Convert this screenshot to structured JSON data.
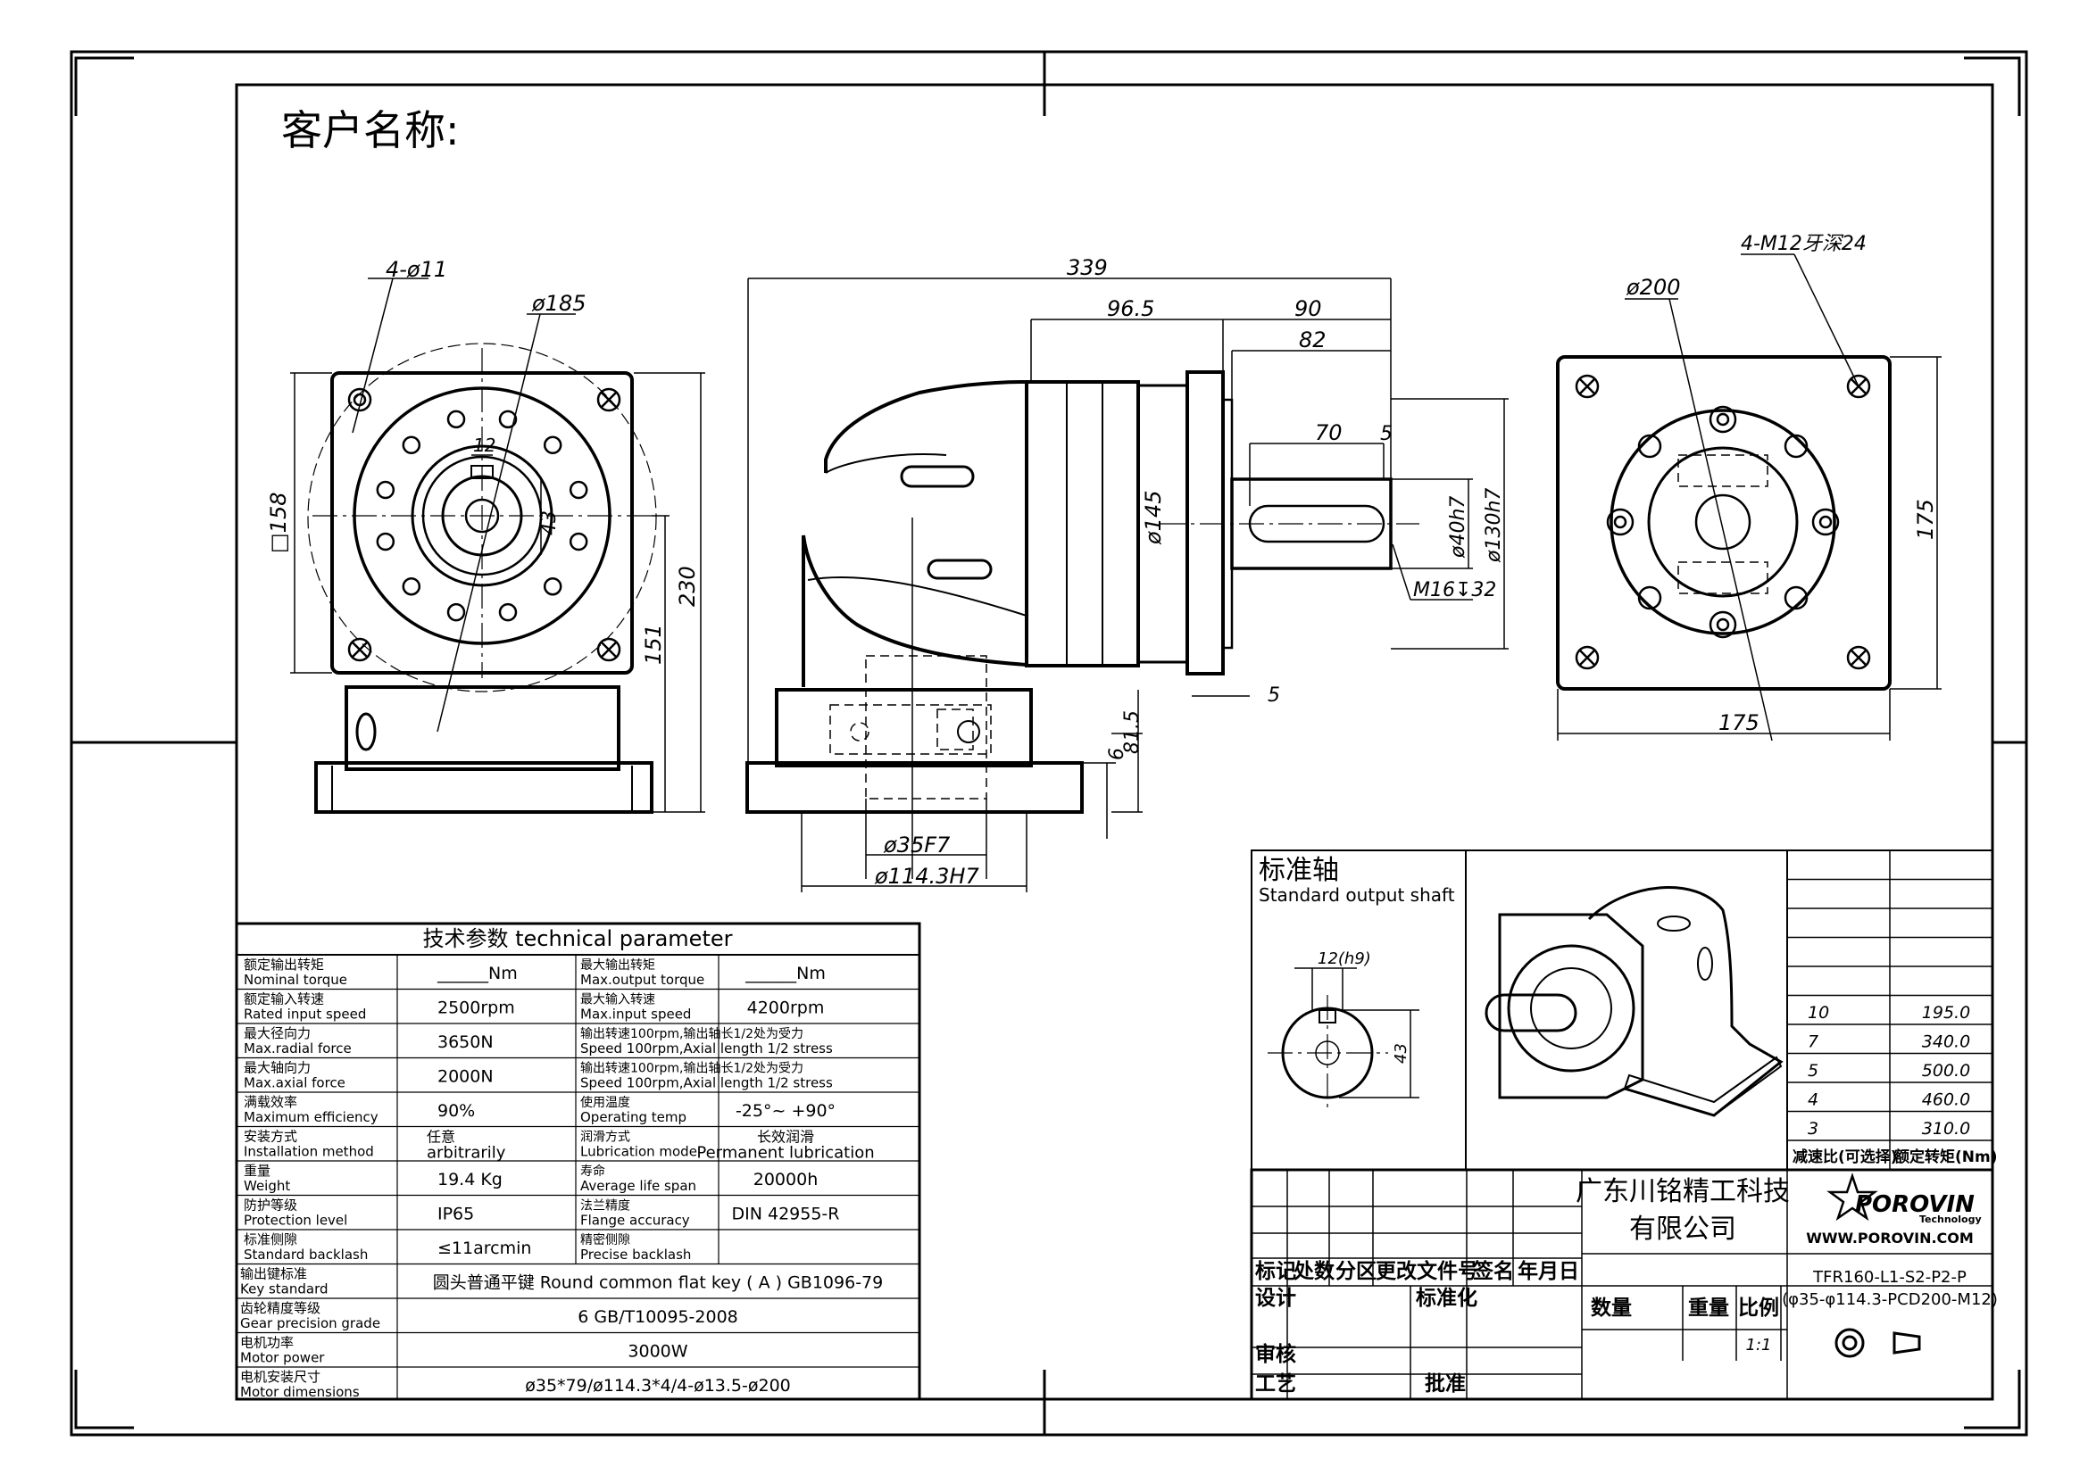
{
  "customer_label": "客户名称:",
  "dims": {
    "front": {
      "holes": "4-ø11",
      "pcd": "ø185",
      "square": "□158",
      "key": "12",
      "shaft_h": "43",
      "height": "230",
      "center": "151"
    },
    "side": {
      "length": "339",
      "motor_part": "96.5",
      "flange_to_end": "90",
      "shaft_len": "82",
      "key_len": "70",
      "key_off": "5",
      "flange_dia": "ø145",
      "shaft_dia": "ø40h7",
      "spigot": "ø130h7",
      "thread": "M16↧32",
      "flange_thk": "5",
      "base_thk": "6",
      "base_h": "81.5",
      "motor_pilot": "ø35F7",
      "motor_pcd": "ø114.3H7"
    },
    "rear": {
      "thread": "4-M12牙深24",
      "pcd": "ø200",
      "side_v": "175",
      "side_h": "175"
    }
  },
  "tech": {
    "title": "技术参数 technical parameter",
    "rows": [
      {
        "l1": "额定输出转矩",
        "l2": "Nominal torque",
        "v": "______Nm",
        "r1": "最大输出转矩",
        "r2": "Max.output torque",
        "rv": "______Nm"
      },
      {
        "l1": "额定输入转速",
        "l2": "Rated input speed",
        "v": "2500rpm",
        "r1": "最大输入转速",
        "r2": "Max.input speed",
        "rv": "4200rpm"
      },
      {
        "l1": "最大径向力",
        "l2": "Max.radial force",
        "v": "3650N",
        "r1": "输出转速100rpm,输出轴长1/2处为受力",
        "r2": "Speed 100rpm,Axial length 1/2 stress",
        "rv": ""
      },
      {
        "l1": "最大轴向力",
        "l2": "Max.axial force",
        "v": "2000N",
        "r1": "输出转速100rpm,输出轴长1/2处为受力",
        "r2": "Speed 100rpm,Axial length 1/2 stress",
        "rv": ""
      },
      {
        "l1": "满载效率",
        "l2": "Maximum efficiency",
        "v": "90%",
        "r1": "使用温度",
        "r2": "Operating temp",
        "rv": "-25°~ +90°"
      },
      {
        "l1": "安装方式",
        "l2": "Installation method",
        "v": "任意",
        "v2": "arbitrarily",
        "r1": "润滑方式",
        "r2": "Lubrication mode",
        "rv": "长效润滑",
        "rv2": "Permanent lubrication"
      },
      {
        "l1": "重量",
        "l2": "Weight",
        "v": "19.4 Kg",
        "r1": "寿命",
        "r2": "Average life span",
        "rv": "20000h"
      },
      {
        "l1": "防护等级",
        "l2": "Protection level",
        "v": "IP65",
        "r1": "法兰精度",
        "r2": "Flange accuracy",
        "rv": "DIN 42955-R"
      },
      {
        "l1": "标准侧隙",
        "l2": "Standard backlash",
        "v": "≤11arcmin",
        "r1": "精密侧隙",
        "r2": "Precise backlash",
        "rv": ""
      }
    ],
    "wide_rows": [
      {
        "l1": "输出键标准",
        "l2": "Key standard",
        "v": "圆头普通平键 Round common flat key ( A ) GB1096-79"
      },
      {
        "l1": "齿轮精度等级",
        "l2": "Gear precision grade",
        "v": "6 GB/T10095-2008"
      },
      {
        "l1": "电机功率",
        "l2": "Motor power",
        "v": "3000W"
      },
      {
        "l1": "电机安装尺寸",
        "l2": "Motor dimensions",
        "v": "ø35*79/ø114.3*4/4-ø13.5-ø200"
      }
    ]
  },
  "shaft": {
    "title_cn": "标准轴",
    "title_en": "Standard output shaft",
    "key_w": "12(h9)",
    "h": "43"
  },
  "ratio_table": {
    "header_ratio": "减速比(可选择)",
    "header_torque": "额定转矩(Nm)",
    "rows": [
      {
        "ratio": "10",
        "torque": "195.0"
      },
      {
        "ratio": "7",
        "torque": "340.0"
      },
      {
        "ratio": "5",
        "torque": "500.0"
      },
      {
        "ratio": "4",
        "torque": "460.0"
      },
      {
        "ratio": "3",
        "torque": "310.0"
      }
    ]
  },
  "title_block": {
    "company_1": "广东川铭精工科技",
    "company_2": "有限公司",
    "logo_text": "POROVIN",
    "logo_sub": "Technology",
    "website": "WWW.POROVIN.COM",
    "model": "TFR160-L1-S2-P2-P",
    "model_spec": "(φ35-φ114.3-PCD200-M12)",
    "h_mark": "标记",
    "h_count": "处数",
    "h_zone": "分区",
    "h_doc": "更改文件号",
    "h_sign": "签名",
    "h_date": "年月日",
    "design": "设计",
    "standard": "标准化",
    "review": "审核",
    "process": "工艺",
    "approve": "批准",
    "qty": "数量",
    "weight": "重量",
    "scale": "比例",
    "scale_val": "1:1"
  }
}
